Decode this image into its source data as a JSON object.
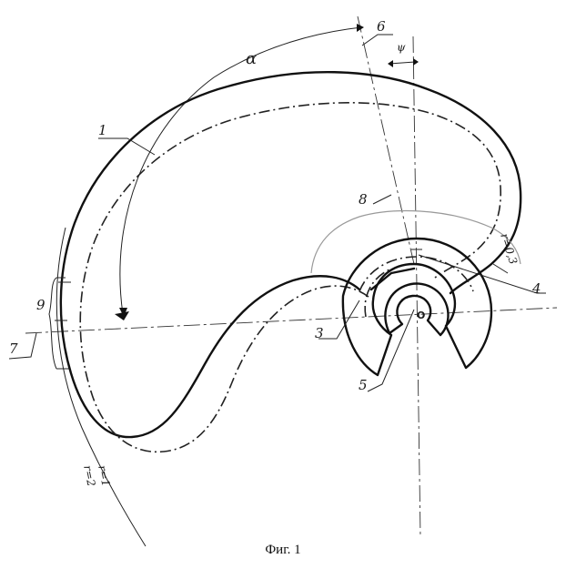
{
  "figure": {
    "caption": "Фиг. 1",
    "labels": {
      "l1": "1",
      "l3": "3",
      "l4": "4",
      "l5": "5",
      "l6": "6",
      "l7": "7",
      "l8": "8",
      "l9": "9",
      "alpha": "α",
      "psi": "ψ",
      "origin": "O",
      "r03": "r=0,3",
      "r1": "r=1",
      "r2": "r=2"
    }
  }
}
